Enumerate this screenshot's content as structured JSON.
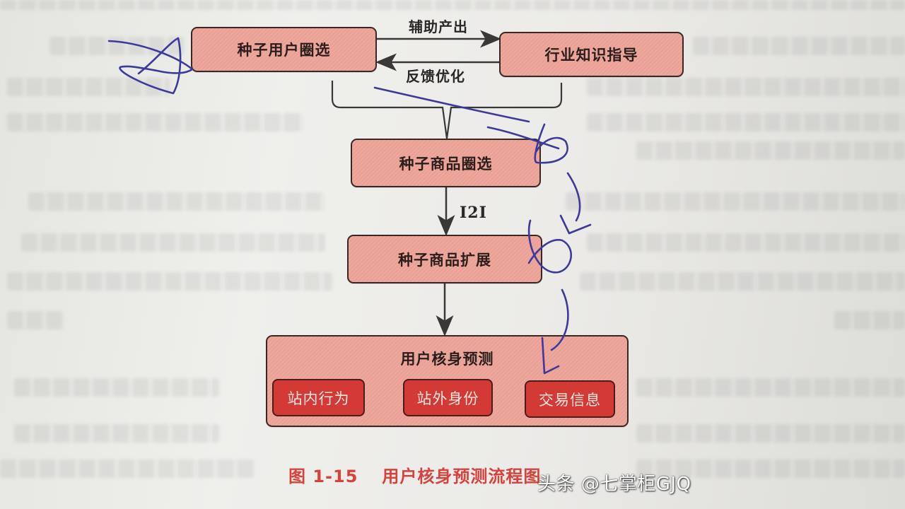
{
  "figure": {
    "nodes": {
      "seed_user_selection": "种子用户圈选",
      "industry_knowledge": "行业知识指导",
      "seed_item_selection": "种子商品圈选",
      "seed_item_expansion": "种子商品扩展",
      "user_verification": {
        "title": "用户核身预测",
        "features": [
          "站内行为",
          "站外身份",
          "交易信息"
        ]
      }
    },
    "edges": {
      "assist_output": "辅助产出",
      "feedback_optimize": "反馈优化",
      "i2i": "I2I"
    },
    "caption": {
      "number": "图 1-15",
      "title": "用户核身预测流程图"
    }
  },
  "colors": {
    "node_fill": "#eea89e",
    "feature_fill": "#d33a36",
    "caption": "#d7423d",
    "ink_annotation": "#3b3a9c"
  },
  "watermark": "头条 @七掌柜GJQ"
}
